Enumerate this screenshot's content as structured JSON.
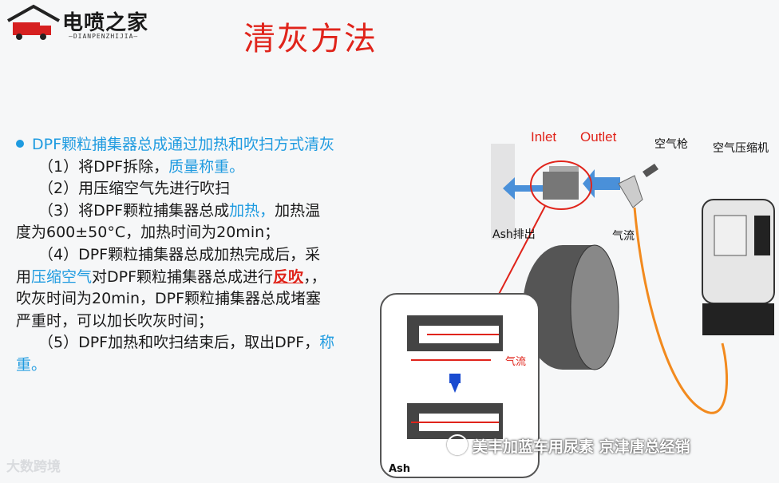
{
  "logo": {
    "main": "电喷之家",
    "sub": "—DIANPENZHIJIA—"
  },
  "title": "清灰方法",
  "content": {
    "bullet": "DPF颗粒捕集器总成通过加热和吹扫方式清灰",
    "steps": [
      {
        "prefix": "（1）将DPF拆除，",
        "hl": "质量称重。"
      },
      {
        "text": "（2）用压缩空气先进行吹扫"
      },
      {
        "prefix": "（3）将DPF颗粒捕集器总成",
        "hl": "加热，",
        "rest": "加热温度为600±50°C，加热时间为20min；"
      },
      {
        "a": "（4）DPF颗粒捕集器总成加热完成后，采用",
        "hl": "压缩空气",
        "b": "对DPF颗粒捕集器总成进行",
        "red": "反吹",
        "c": "，，吹灰时间为20min，DPF颗粒捕集器总成堵塞严重时，可以加长吹灰时间；"
      },
      {
        "prefix": "（5）DPF加热和吹扫结束后，取出DPF，",
        "hl": "称重。"
      }
    ]
  },
  "diagram": {
    "inlet": "Inlet",
    "outlet": "Outlet",
    "air_gun": "空气枪",
    "compressor": "空气压缩机",
    "ash_out": "Ash排出",
    "airflow": "气流",
    "airflow_red": "气流",
    "ash": "Ash"
  },
  "watermarks": {
    "bottom_left": "大数跨境",
    "bottom_right": "美丰加蓝车用尿素 京津唐总经销"
  }
}
